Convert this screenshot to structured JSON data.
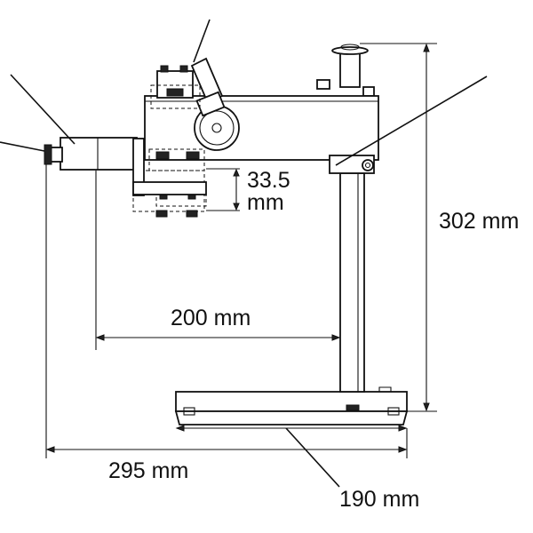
{
  "dimensions": {
    "height_label": "302 mm",
    "arm_reach_label": "200 mm",
    "overall_width_label": "295 mm",
    "base_width_label": "190 mm",
    "offset_label_line1": "33.5",
    "offset_label_line2": "mm"
  },
  "colors": {
    "line": "#111111",
    "background": "#ffffff"
  }
}
